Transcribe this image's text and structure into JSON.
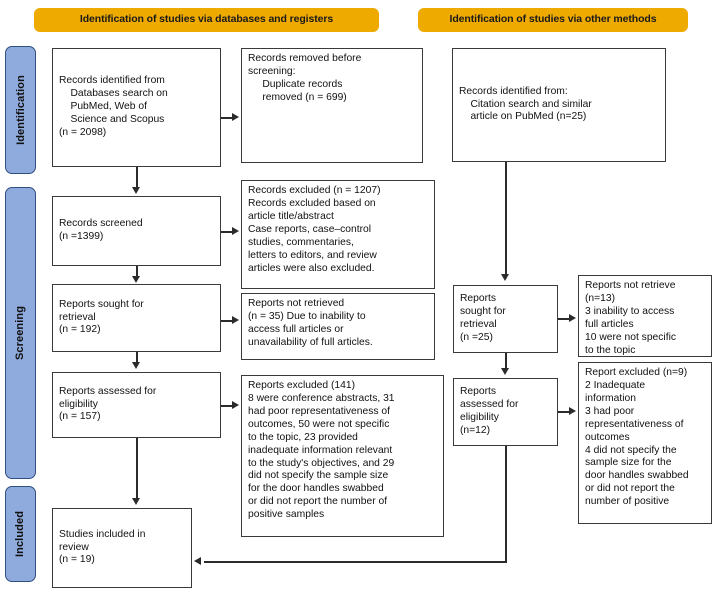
{
  "diagram": {
    "title": "PRISMA 2020 flow diagram",
    "colors": {
      "header_bar": "#EFAA00",
      "stage_label": "#8FAADC",
      "box_border": "#3a3a3a",
      "connector": "#2b2b2b",
      "background": "#ffffff"
    }
  },
  "headers": {
    "databases": "Identification of studies via databases and registers",
    "other": "Identification of studies via other methods"
  },
  "stages": {
    "identification": "Identification",
    "screening": "Screening",
    "included": "Included"
  },
  "left_column": {
    "records_identified": "Records identified from\n    Databases search on\n    PubMed, Web of\n    Science and Scopus\n(n = 2098)",
    "records_screened": "Records screened\n(n =1399)",
    "reports_sought": "Reports sought for\nretrieval\n(n = 192)",
    "reports_assessed": "Reports assessed for\neligibility\n(n = 157)",
    "studies_included": "Studies included in\nreview\n(n = 19)"
  },
  "left_exclusions": {
    "records_removed": "Records removed before\nscreening:\n     Duplicate records\n     removed (n = 699)",
    "records_excluded": "Records excluded (n = 1207)\nRecords excluded based on\narticle title/abstract\nCase reports, case–control\nstudies, commentaries,\nletters to editors, and review\narticles were also excluded.",
    "reports_not_retrieved": "Reports not retrieved\n(n = 35) Due to inability to\naccess full articles or\nunavailability of full articles.",
    "reports_excluded": "Reports excluded (141)\n8 were conference abstracts, 31\nhad poor representativeness of\noutcomes, 50 were not specific\nto the topic, 23 provided\ninadequate information relevant\nto the study's objectives, and 29\ndid not specify the sample size\nfor the door handles swabbed\nor did not report the number of\npositive samples"
  },
  "right_column": {
    "records_identified": "Records identified from:\n    Citation search and similar\n    article on PubMed (n=25)",
    "reports_sought": "Reports\nsought for\nretrieval\n(n =25)",
    "reports_assessed": "Reports\nassessed for\neligibility\n(n=12)"
  },
  "right_exclusions": {
    "reports_not_retrieved": "Reports not retrieve\n(n=13)\n3 inability to access\nfull articles\n10 were not specific\nto the topic",
    "reports_excluded": "Report excluded (n=9)\n2 Inadequate\ninformation\n3 had poor\nrepresentativeness of\noutcomes\n4 did not specify the\nsample size for the\ndoor handles swabbed\nor did not report the\nnumber of positive"
  }
}
